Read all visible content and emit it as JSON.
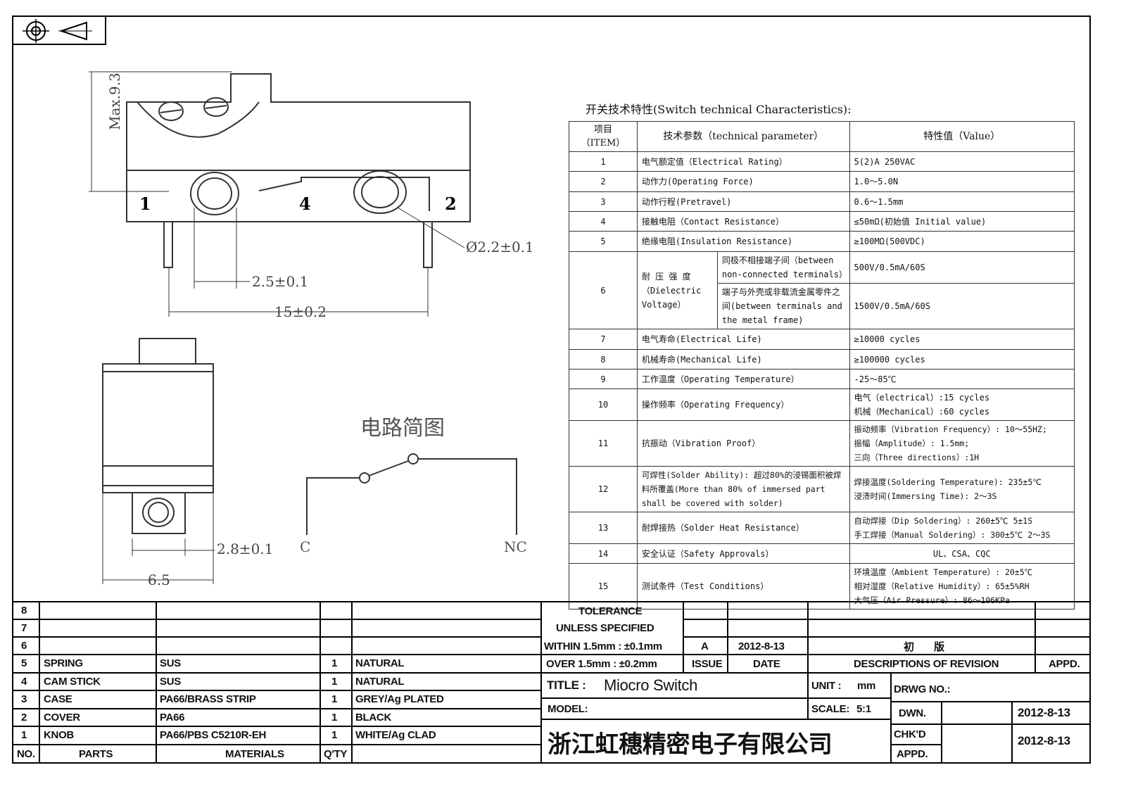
{
  "drawing": {
    "dims": {
      "height": "Max.9.3",
      "pitch": "2.5±0.1",
      "length": "15±0.2",
      "hole": "Ø2.2±0.1",
      "width": "6.5",
      "terminal": "2.8±0.1"
    },
    "terminals": [
      "1",
      "4",
      "2"
    ],
    "circuit_title": "电路简图",
    "circuit_labels": {
      "c": "C",
      "nc": "NC"
    }
  },
  "spec": {
    "title": "开关技术特性(Switch technical Characteristics):",
    "headers": {
      "item": "项目\n（ITEM）",
      "param": "技术参数（technical parameter）",
      "value": "特性值（Value）"
    },
    "rows": [
      {
        "no": "1",
        "param": "电气额定值（Electrical Rating）",
        "value": "5(2)A 250VAC"
      },
      {
        "no": "2",
        "param": "动作力(Operating Force)",
        "value": "1.0～5.0N"
      },
      {
        "no": "3",
        "param": "动作行程(Pretravel)",
        "value": "0.6～1.5mm"
      },
      {
        "no": "4",
        "param": "接触电阻（Contact  Resistance）",
        "value": "≤50mΩ(初始值 Initial value)"
      },
      {
        "no": "5",
        "param": "绝缘电阻(Insulation Resistance)",
        "value": "≥100MΩ(500VDC)"
      },
      {
        "no": "6",
        "param": "耐 压 强 度（Dielectric Voltage）",
        "sub": [
          {
            "cond": "同极不相接端子间（between non-connected terminals）",
            "value": "500V/0.5mA/60S"
          },
          {
            "cond": "端子与外壳或非载流金属零件之间(between terminals and the metal frame)",
            "value": "1500V/0.5mA/60S"
          }
        ]
      },
      {
        "no": "7",
        "param": "电气寿命(Electrical Life)",
        "value": "≥10000 cycles"
      },
      {
        "no": "8",
        "param": "机械寿命(Mechanical Life)",
        "value": "≥100000 cycles"
      },
      {
        "no": "9",
        "param": "工作温度（Operating Temperature）",
        "value": "-25～85℃"
      },
      {
        "no": "10",
        "param": "操作频率（Operating Frequency）",
        "value": "电气（electrical）:15 cycles\n机械（Mechanical）:60 cycles"
      },
      {
        "no": "11",
        "param": "抗振动（Vibration Proof）",
        "value": "振动频率（Vibration Frequency）: 10～55HZ;\n振幅（Amplitude）: 1.5mm;\n三向（Three directions）:1H"
      },
      {
        "no": "12",
        "param": "可焊性(Solder Ability): 超过80%的浸锡面积被焊料所覆盖(More than 80% of immersed part shall be covered with solder)",
        "value": "焊接温度(Soldering Temperature): 235±5℃\n浸渍时间(Immersing Time): 2～3S"
      },
      {
        "no": "13",
        "param": "耐焊接热（Solder Heat Resistance）",
        "value": "自动焊接（Dip Soldering）: 260±5℃ 5±1S\n手工焊接（Manual Soldering）: 300±5℃ 2～3S"
      },
      {
        "no": "14",
        "param": "安全认证（Safety Approvals）",
        "value": "UL、CSA、CQC"
      },
      {
        "no": "15",
        "param": "测试条件（Test Conditions）",
        "value": "环境温度（Ambient Temperature）: 20±5℃\n相对湿度（Relative Humidity）: 65±5%RH\n大气压（Air Pressure）: 86～106KPa"
      }
    ]
  },
  "bom": {
    "rows": [
      {
        "no": "8",
        "part": "",
        "material": "",
        "qty": "",
        "finish": ""
      },
      {
        "no": "7",
        "part": "",
        "material": "",
        "qty": "",
        "finish": ""
      },
      {
        "no": "6",
        "part": "",
        "material": "",
        "qty": "",
        "finish": ""
      },
      {
        "no": "5",
        "part": "SPRING",
        "material": "SUS",
        "qty": "1",
        "finish": "NATURAL"
      },
      {
        "no": "4",
        "part": "CAM STICK",
        "material": "SUS",
        "qty": "1",
        "finish": "NATURAL"
      },
      {
        "no": "3",
        "part": "CASE",
        "material": "PA66/BRASS STRIP",
        "qty": "1",
        "finish": "GREY/Ag PLATED"
      },
      {
        "no": "2",
        "part": "COVER",
        "material": "PA66",
        "qty": "1",
        "finish": "BLACK"
      },
      {
        "no": "1",
        "part": "KNOB",
        "material": "PA66/PBS C5210R-EH",
        "qty": "1",
        "finish": "WHITE/Ag CLAD"
      }
    ],
    "header": {
      "no": "NO.",
      "part": "PARTS",
      "material": "MATERIALS",
      "qty": "Q'TY"
    }
  },
  "titleblock": {
    "tolerance": "TOLERANCE",
    "unless": "UNLESS  SPECIFIED",
    "within": "WITHIN 1.5mm : ±0.1mm",
    "over": "OVER 1.5mm : ±0.2mm",
    "issue_value": "A",
    "date_value": "2012-8-13",
    "desc_value": "初 版",
    "issue_label": "ISSUE",
    "date_label": "DATE",
    "desc_label": "DESCRIPTIONS OF REVISION",
    "appd_label": "APPD.",
    "title_label": "TITLE :",
    "title_value": "Miocro Switch",
    "unit_label": "UNIT :",
    "unit_value": "mm",
    "drwg_label": "DRWG NO.:",
    "model_label": "MODEL:",
    "scale_label": "SCALE:",
    "scale_value": "5:1",
    "dwn_label": "DWN.",
    "dwn_date": "2012-8-13",
    "chkd_label": "CHK'D",
    "chkd_date": "2012-8-13",
    "appd2_label": "APPD.",
    "company": "浙江虹穗精密电子有限公司"
  }
}
